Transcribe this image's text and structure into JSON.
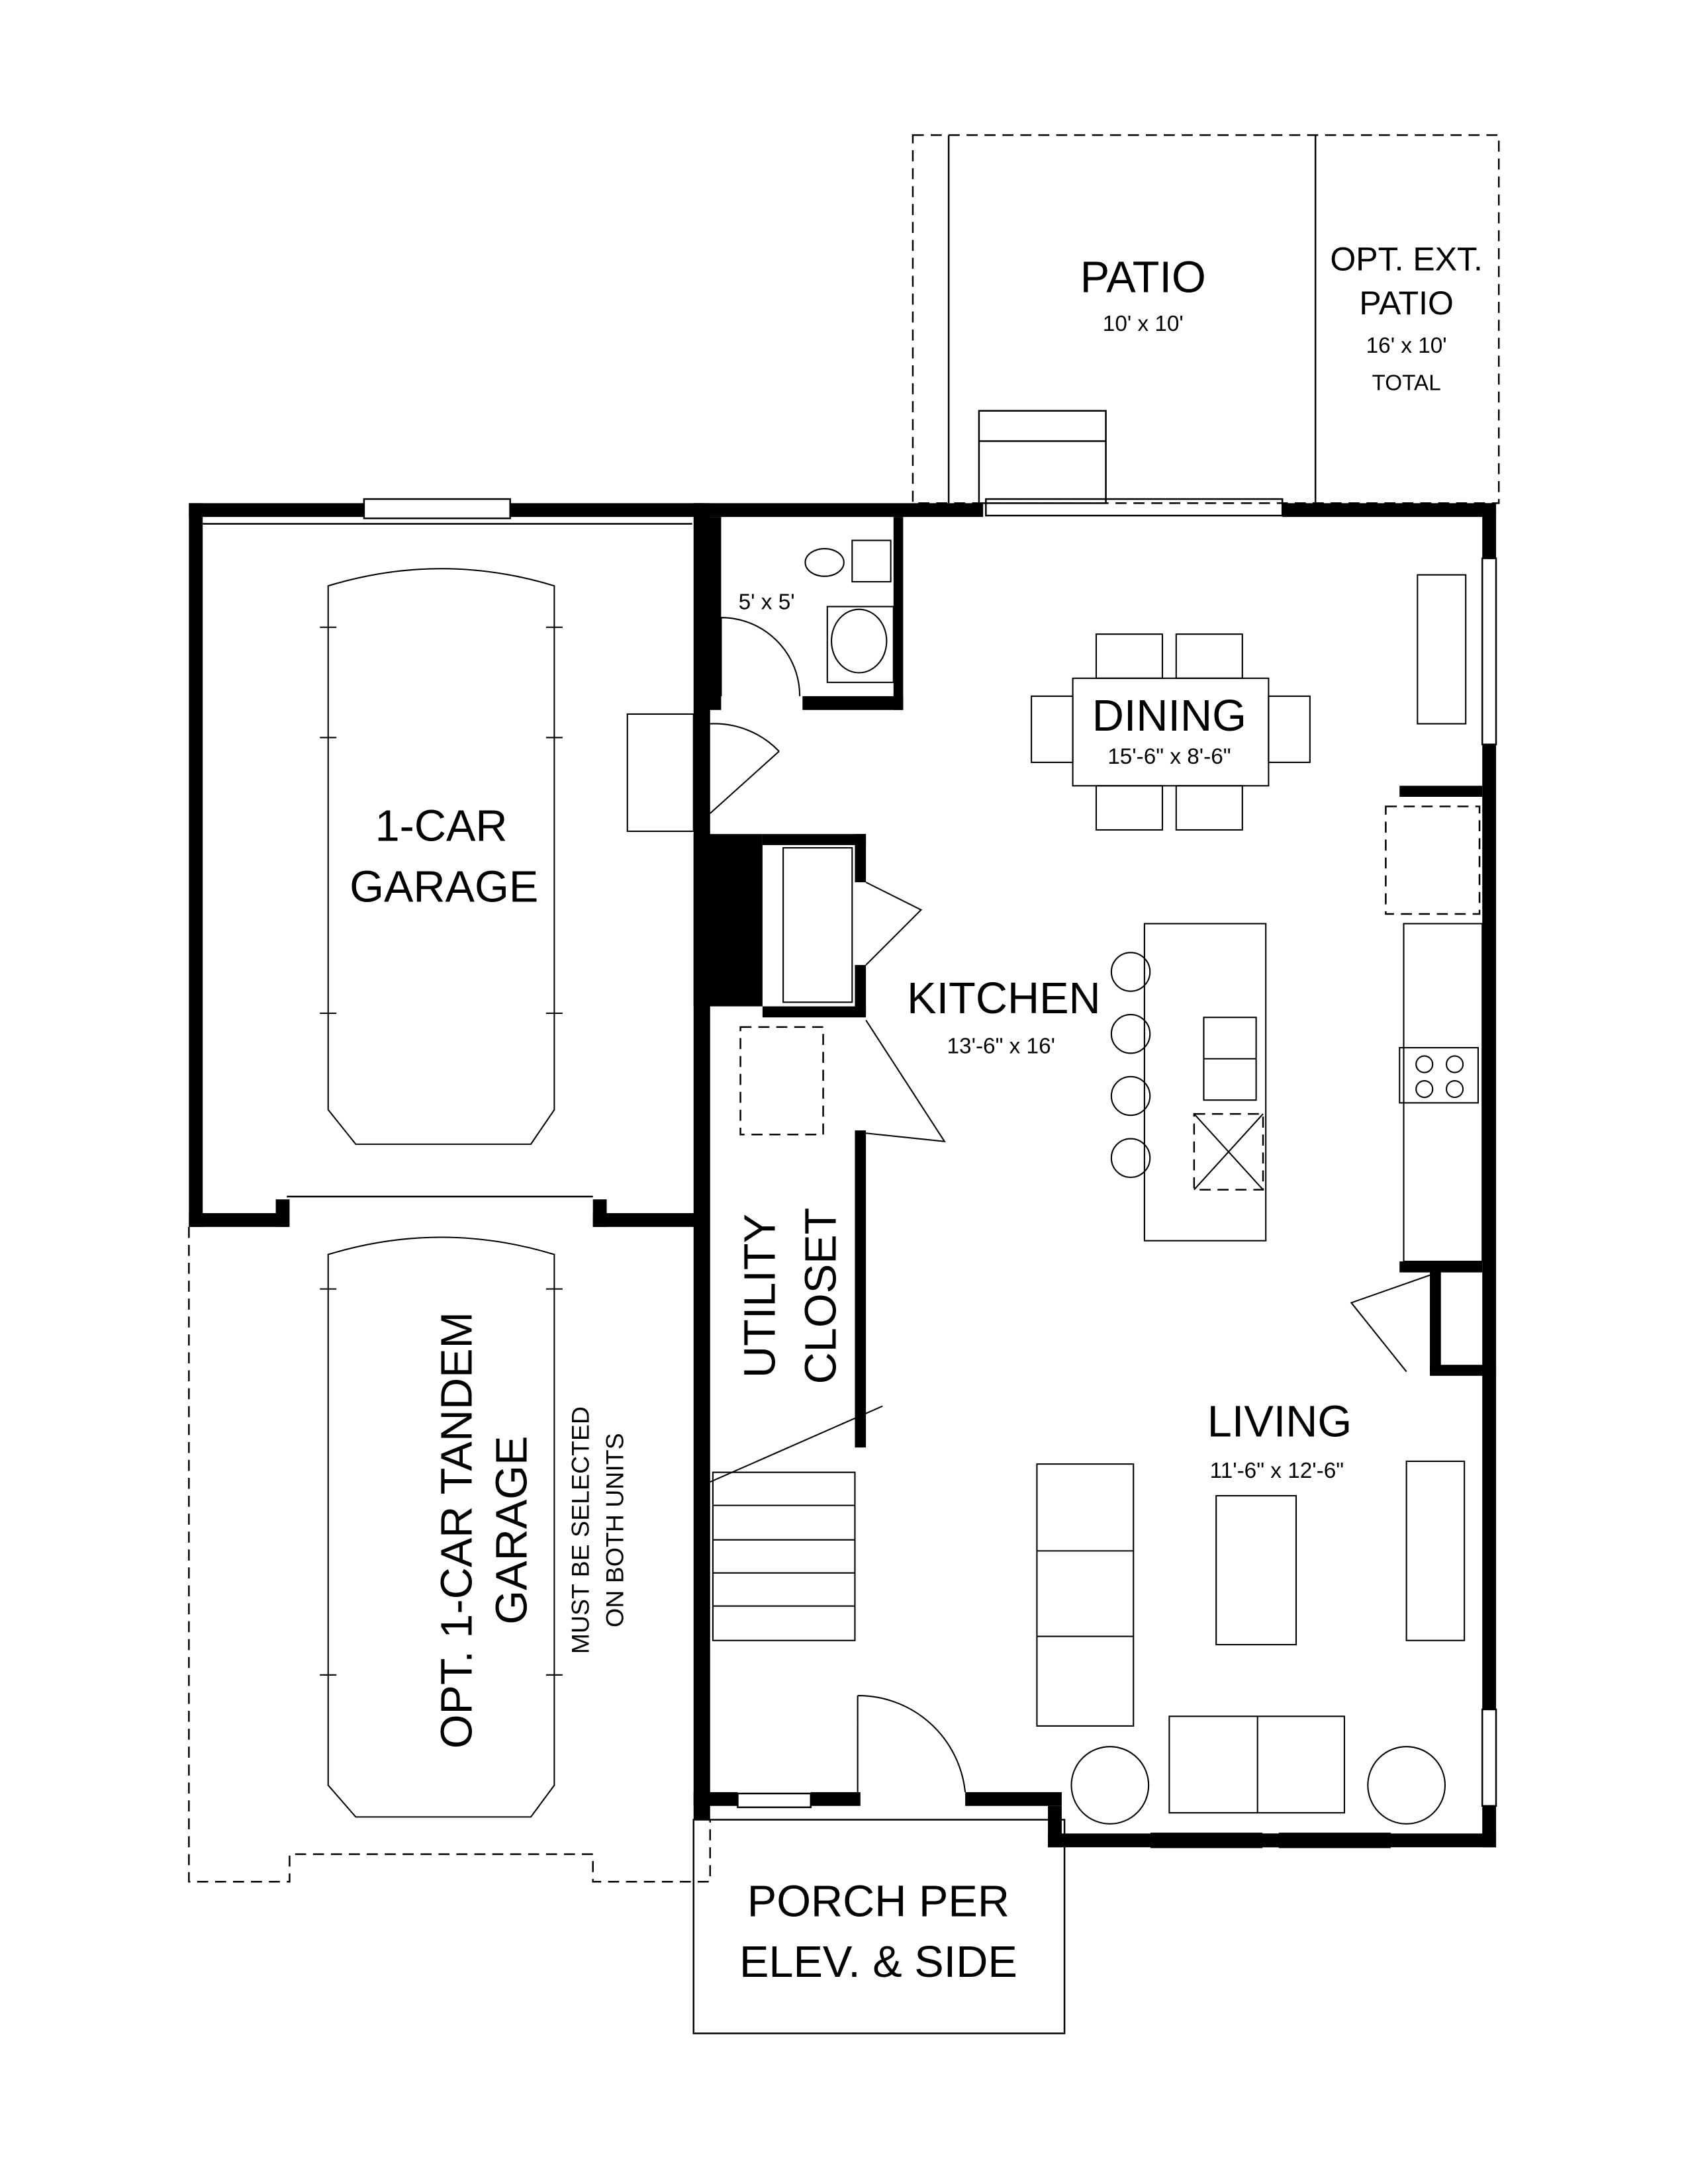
{
  "rooms": {
    "patio": {
      "name": "PATIO",
      "size": "10' x 10'"
    },
    "ext_patio": {
      "line1": "OPT. EXT.",
      "line2": "PATIO",
      "size": "16' x 10'",
      "note": "TOTAL"
    },
    "garage": {
      "line1": "1-CAR",
      "line2": "GARAGE"
    },
    "tandem_garage": {
      "line1": "OPT. 1-CAR TANDEM",
      "line2": "GARAGE",
      "note1": "MUST BE SELECTED",
      "note2": "ON BOTH UNITS"
    },
    "powder": {
      "size": "5' x 5'"
    },
    "dining": {
      "name": "DINING",
      "size": "15'-6\" x 8'-6\""
    },
    "kitchen": {
      "name": "KITCHEN",
      "size": "13'-6\" x 16'"
    },
    "utility": {
      "line1": "UTILITY",
      "line2": "CLOSET"
    },
    "living": {
      "name": "LIVING",
      "size": "11'-6\" x 12'-6\""
    },
    "porch": {
      "line1": "PORCH PER",
      "line2": "ELEV. & SIDE"
    }
  }
}
